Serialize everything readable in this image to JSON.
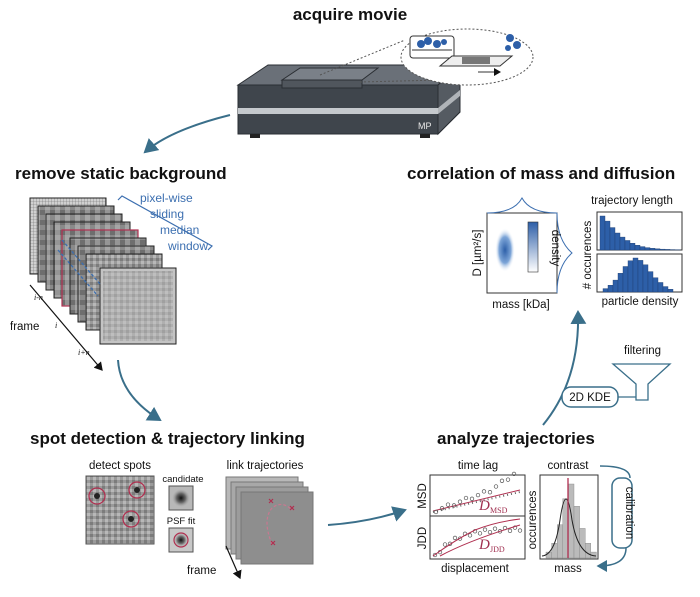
{
  "steps": {
    "acquire": "acquire movie",
    "background": "remove static background",
    "spot": "spot detection & trajectory linking",
    "analyze": "analyze trajectories",
    "correlation": "correlation of mass and diffusion"
  },
  "instrument": {
    "label": "MP"
  },
  "background_panel": {
    "window_lines": [
      "pixel-wise",
      "sliding",
      "median",
      "window"
    ],
    "frame_label": "frame",
    "index_labels": [
      "i-n",
      "i",
      "i+n"
    ]
  },
  "spot_panel": {
    "detect_label": "detect spots",
    "candidate_label": "candidate",
    "psf_label": "PSF fit",
    "link_label": "link trajectories",
    "frame_label": "frame"
  },
  "analyze_panel": {
    "time_lag": "time lag",
    "msd": "MSD",
    "jdd": "JDD",
    "displacement": "displacement",
    "d_msd": "D",
    "d_msd_sub": "MSD",
    "d_jdd": "D",
    "d_jdd_sub": "JDD",
    "contrast": "contrast",
    "occurences": "occurences",
    "mass": "mass",
    "calibration": "calibration"
  },
  "kde": {
    "label": "2D KDE",
    "filtering": "filtering"
  },
  "correlation_panel": {
    "ylabel": "D [µm²/s]",
    "xlabel": "mass [kDa]",
    "density": "density",
    "trajectory_length": "trajectory length",
    "occurences": "# occurences",
    "particle_density": "particle density"
  },
  "colors": {
    "blue": "#3c6fb0",
    "arrow": "#3a6f8a",
    "red": "#b03050"
  }
}
